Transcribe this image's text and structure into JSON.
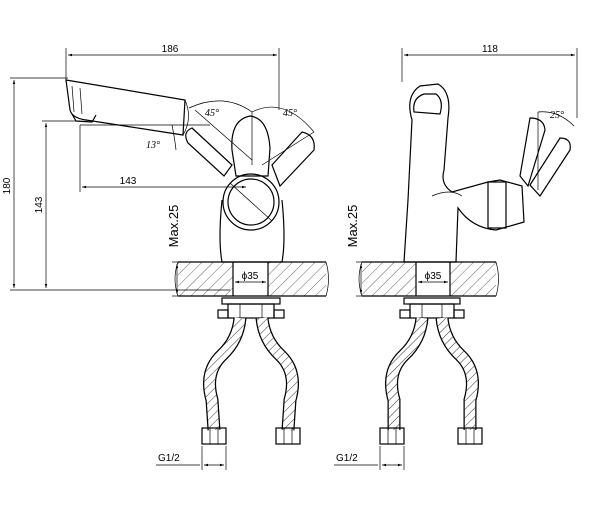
{
  "side_view": {
    "dim_total_length": "186",
    "dim_height_total": "180",
    "dim_height_spout": "143",
    "dim_spout_reach": "143",
    "angle_left": "45°",
    "angle_right": "45°",
    "angle_spout": "13°",
    "max_thickness": "Max.25",
    "hole_diameter": "ϕ35",
    "thread": "G1/2"
  },
  "front_view": {
    "dim_width": "118",
    "angle_lever": "25°",
    "max_thickness": "Max.25",
    "hole_diameter": "ϕ35",
    "thread": "G1/2"
  }
}
